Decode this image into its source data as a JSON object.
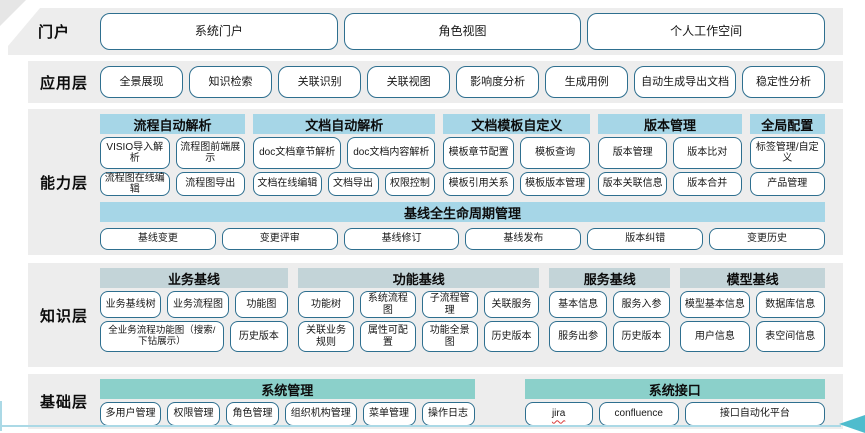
{
  "colors": {
    "row_background": "#ededed",
    "box_border": "#2e6f8f",
    "header_blue": "#a6d6e7",
    "header_gray": "#c3d4d8",
    "header_teal": "#8bd0ca",
    "bottom_line": "#abd9e6",
    "arrow": "#4fbccd"
  },
  "portal": {
    "label": "门户",
    "boxes": [
      "系统门户",
      "角色视图",
      "个人工作空间"
    ]
  },
  "app": {
    "label": "应用层",
    "boxes": [
      "全景展现",
      "知识检索",
      "关联识别",
      "关联视图",
      "影响度分析",
      "生成用例",
      "自动生成导出文档",
      "稳定性分析"
    ]
  },
  "capability": {
    "label": "能力层",
    "groups": [
      {
        "title": "流程自动解析",
        "row1": [
          "VISIO导入解析",
          "流程图前端展示"
        ],
        "row2": [
          "流程图在线编辑",
          "流程图导出"
        ]
      },
      {
        "title": "文档自动解析",
        "row1": [
          "doc文档章节解析",
          "doc文档内容解析"
        ],
        "row2": [
          "文档在线编辑",
          "文档导出",
          "权限控制"
        ]
      },
      {
        "title": "文档模板自定义",
        "row1": [
          "模板章节配置",
          "模板查询"
        ],
        "row2": [
          "模板引用关系",
          "模板版本管理"
        ]
      },
      {
        "title": "版本管理",
        "row1": [
          "版本管理",
          "版本比对"
        ],
        "row2": [
          "版本关联信息",
          "版本合并"
        ]
      },
      {
        "title": "全局配置",
        "row1": [
          "标签管理/自定义"
        ],
        "row2": [
          "产品管理"
        ]
      }
    ],
    "baseline": {
      "title": "基线全生命周期管理",
      "boxes": [
        "基线变更",
        "变更评审",
        "基线修订",
        "基线发布",
        "版本纠错",
        "变更历史"
      ]
    }
  },
  "knowledge": {
    "label": "知识层",
    "groups": [
      {
        "title": "业务基线",
        "row1": [
          "业务基线树",
          "业务流程图",
          "功能图"
        ],
        "row2": [
          "全业务流程功能图（搜索/下钻展示）",
          "历史版本"
        ]
      },
      {
        "title": "功能基线",
        "row1": [
          "功能树",
          "系统流程图",
          "子流程管理",
          "关联服务"
        ],
        "row2": [
          "关联业务规则",
          "属性可配置",
          "功能全景图",
          "历史版本"
        ]
      },
      {
        "title": "服务基线",
        "row1": [
          "基本信息",
          "服务入参"
        ],
        "row2": [
          "服务出参",
          "历史版本"
        ]
      },
      {
        "title": "模型基线",
        "row1": [
          "模型基本信息",
          "数据库信息"
        ],
        "row2": [
          "用户信息",
          "表空间信息"
        ]
      }
    ]
  },
  "foundation": {
    "label": "基础层",
    "groups": [
      {
        "title": "系统管理",
        "row1": [
          "多用户管理",
          "权限管理",
          "角色管理",
          "组织机构管理",
          "菜单管理",
          "操作日志"
        ]
      },
      {
        "title": "系统接口",
        "row1": [
          "jira",
          "confluence",
          "接口自动化平台"
        ]
      }
    ]
  }
}
